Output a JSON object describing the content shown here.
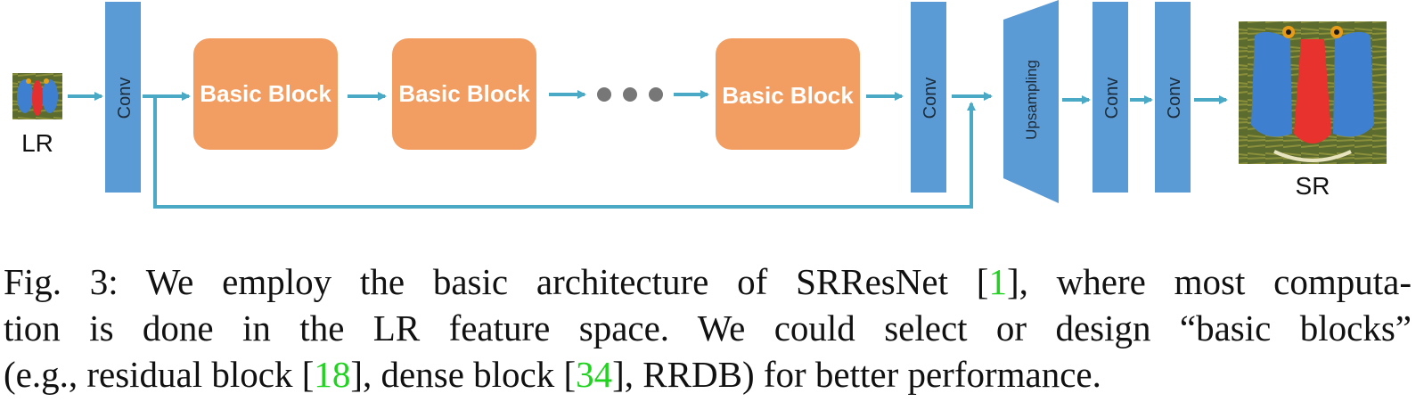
{
  "diagram": {
    "input_label": "LR",
    "output_label": "SR",
    "conv_label": "Conv",
    "upsampling_label": "Upsampling",
    "basic_block_label": "Basic Block",
    "colors": {
      "conv": "#5b9bd5",
      "block": "#f29e62",
      "arrow": "#4aaac5",
      "ellipsis": "#777777"
    }
  },
  "caption": {
    "line1_a": "Fig. 3: We employ the basic architecture of SRResNet [",
    "line1_ref": "1",
    "line1_b": "], where most computa-",
    "line2": "tion is done in the LR feature space. We could select or design “basic blocks”",
    "line3_a": "(e.g., residual block [",
    "line3_ref1": "18",
    "line3_b": "], dense block [",
    "line3_ref2": "34",
    "line3_c": "], RRDB) for better performance."
  }
}
